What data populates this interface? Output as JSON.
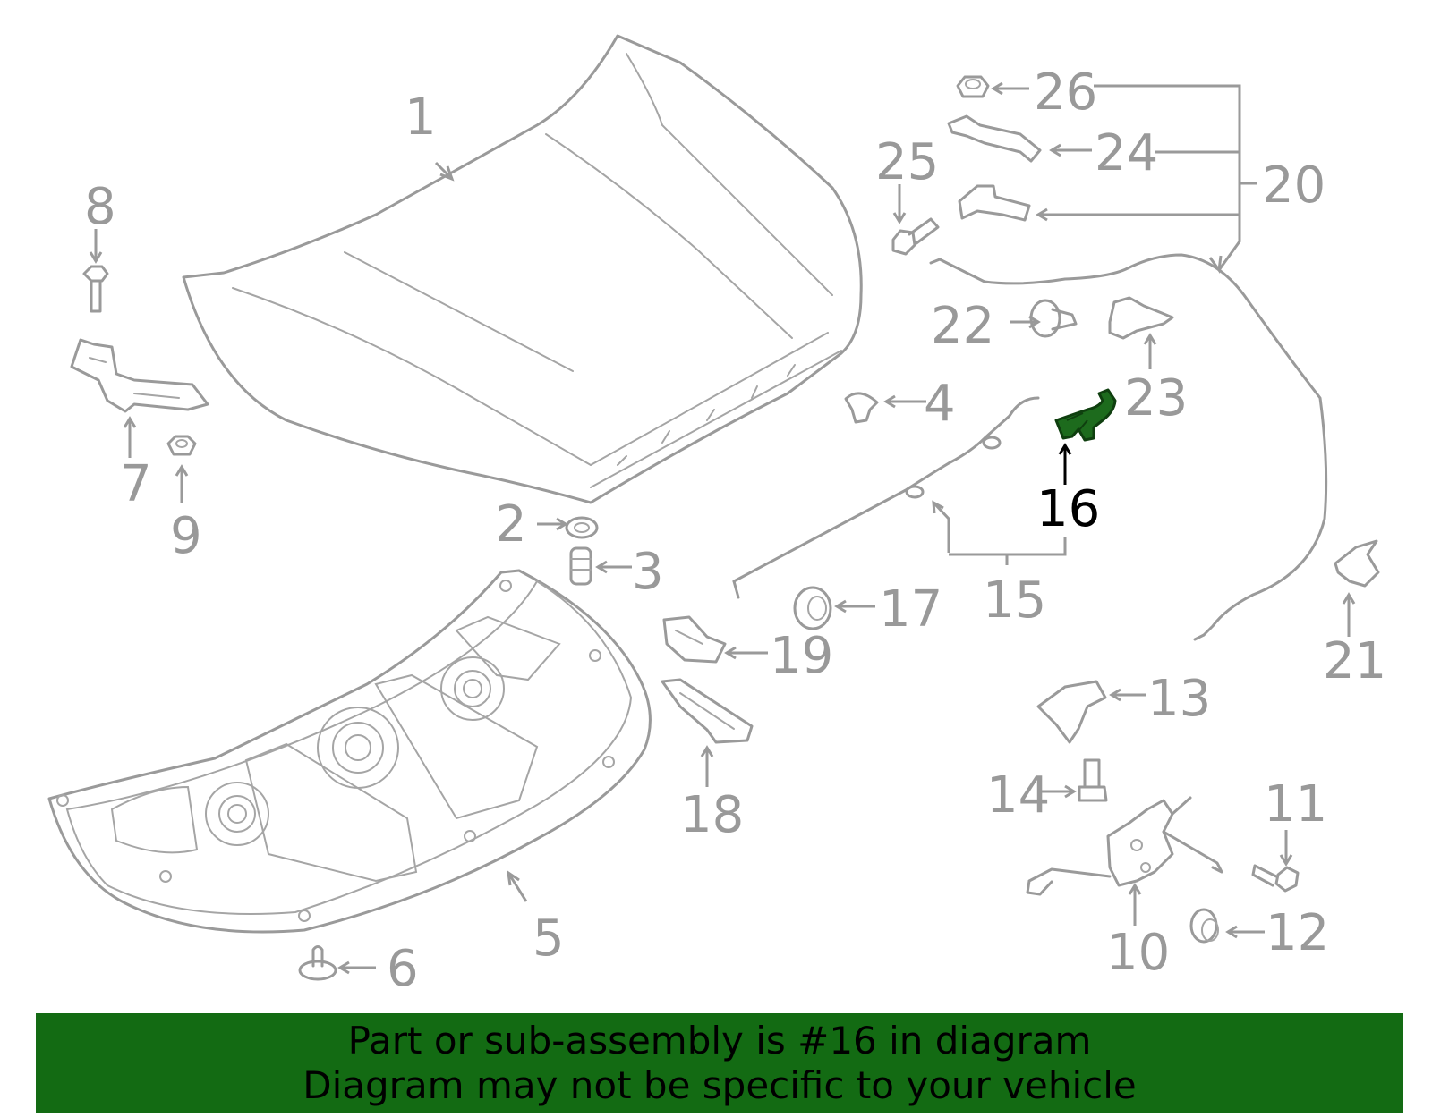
{
  "callouts": {
    "c1": "1",
    "c2": "2",
    "c3": "3",
    "c4": "4",
    "c5": "5",
    "c6": "6",
    "c7": "7",
    "c8": "8",
    "c9": "9",
    "c10": "10",
    "c11": "11",
    "c12": "12",
    "c13": "13",
    "c14": "14",
    "c15": "15",
    "c16": "16",
    "c17": "17",
    "c18": "18",
    "c19": "19",
    "c20": "20",
    "c21": "21",
    "c22": "22",
    "c23": "23",
    "c24": "24",
    "c25": "25",
    "c26": "26"
  },
  "highlight": {
    "part_number": "16",
    "color": "#1d6b1d"
  },
  "banner": {
    "line1": "Part or sub-assembly is #16 in diagram",
    "line2": "Diagram may not be specific to your vehicle",
    "background": "#136b13"
  }
}
